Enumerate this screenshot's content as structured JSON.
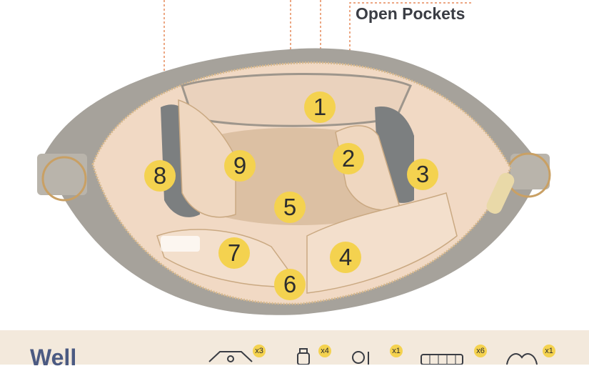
{
  "header": {
    "cut_label": "",
    "open_pockets_label": "Open Pockets"
  },
  "badges": [
    "1",
    "2",
    "3",
    "4",
    "5",
    "6",
    "7",
    "8",
    "9"
  ],
  "footer": {
    "title": "Well",
    "items": [
      {
        "icon": "onesie-icon",
        "count": "x3"
      },
      {
        "icon": "bottle-icon",
        "count": "x4"
      },
      {
        "icon": "pacifier-icon",
        "count": "x1"
      },
      {
        "icon": "diaper-icon",
        "count": "x6"
      },
      {
        "icon": "bib-icon",
        "count": "x1"
      }
    ]
  }
}
